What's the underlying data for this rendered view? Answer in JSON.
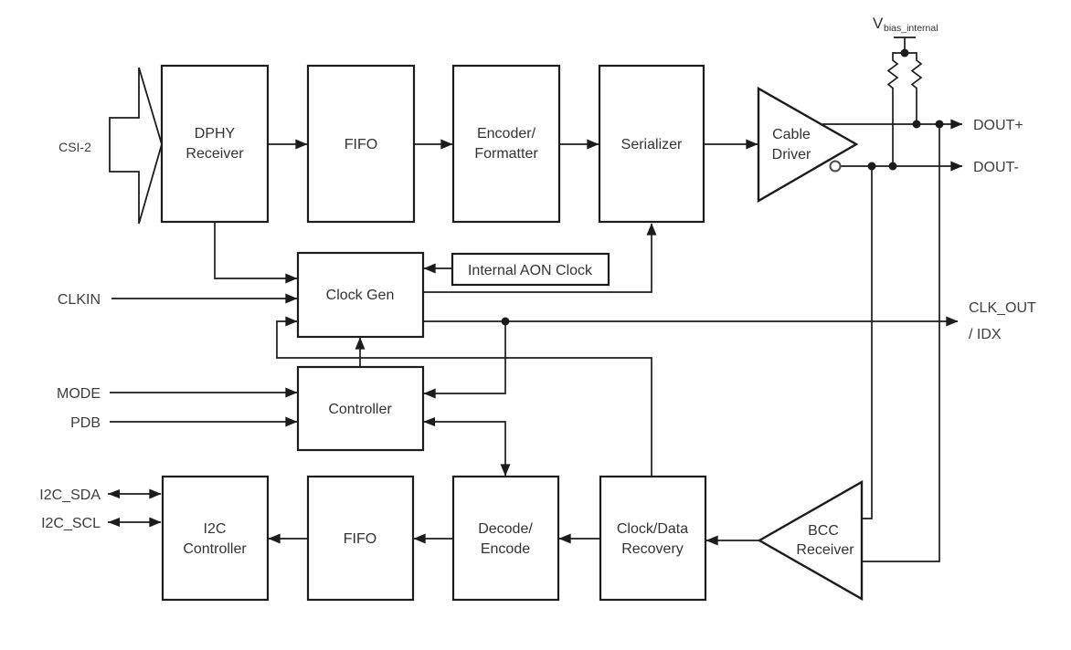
{
  "colors": {
    "line": "#1c1c1c",
    "text": "#3d3d3d",
    "background": "#ffffff"
  },
  "blocks": {
    "dphy_receiver": {
      "line1": "DPHY",
      "line2": "Receiver"
    },
    "fifo_top": {
      "label": "FIFO"
    },
    "encoder_formatter": {
      "line1": "Encoder/",
      "line2": "Formatter"
    },
    "serializer": {
      "label": "Serializer"
    },
    "cable_driver": {
      "line1": "Cable",
      "line2": "Driver"
    },
    "clock_gen": {
      "label": "Clock Gen"
    },
    "internal_aon_clock": {
      "label": "Internal AON Clock"
    },
    "controller": {
      "label": "Controller"
    },
    "i2c_controller": {
      "line1": "I2C",
      "line2": "Controller"
    },
    "fifo_bottom": {
      "label": "FIFO"
    },
    "decode_encode": {
      "line1": "Decode/",
      "line2": "Encode"
    },
    "clock_data_recovery": {
      "line1": "Clock/Data",
      "line2": "Recovery"
    },
    "bcc_receiver": {
      "line1": "BCC",
      "line2": "Receiver"
    }
  },
  "pins": {
    "csi2": "CSI-2",
    "clkin": "CLKIN",
    "mode": "MODE",
    "pdb": "PDB",
    "i2c_sda": "I2C_SDA",
    "i2c_scl": "I2C_SCL",
    "dout_plus": "DOUT+",
    "dout_minus": "DOUT-",
    "clk_out_line1": "CLK_OUT",
    "clk_out_line2": "/ IDX",
    "vbias_v": "V",
    "vbias_sub": "bias_internal"
  }
}
